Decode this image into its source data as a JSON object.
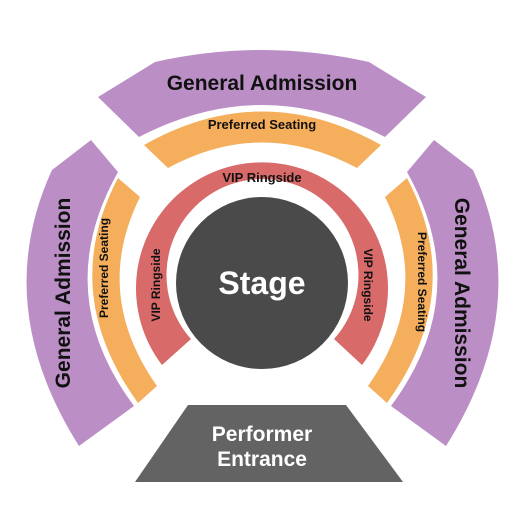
{
  "sections": {
    "general_admission_top": {
      "label": "General Admission"
    },
    "general_admission_left": {
      "label": "General Admission"
    },
    "general_admission_right": {
      "label": "General Admission"
    },
    "preferred_top": {
      "label": "Preferred Seating"
    },
    "preferred_left": {
      "label": "Preferred Seating"
    },
    "preferred_right": {
      "label": "Preferred Seating"
    },
    "vip_top": {
      "label": "VIP Ringside"
    },
    "vip_left": {
      "label": "VIP Ringside"
    },
    "vip_right": {
      "label": "VIP Ringside"
    },
    "stage": {
      "label": "Stage"
    },
    "performer_entrance": {
      "line1": "Performer",
      "line2": "Entrance"
    }
  },
  "colors": {
    "general_admission": "#bb8fc6",
    "preferred": "#f5ae5c",
    "vip": "#d96a6a",
    "stage": "#4a4a4a",
    "entrance": "#636363"
  }
}
